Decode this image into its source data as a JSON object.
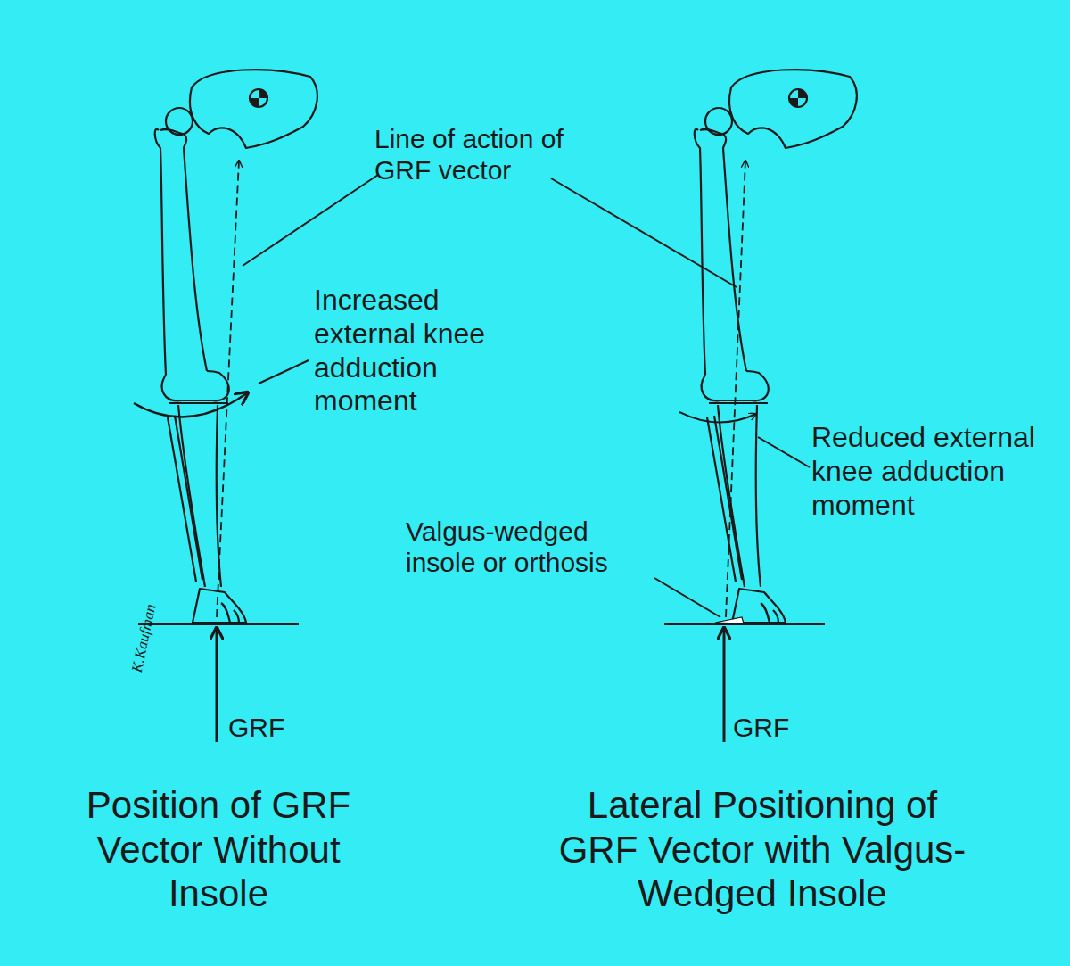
{
  "diagram": {
    "labels": [
      "Line of action of GRF vector",
      "Increased external knee adduction moment",
      "Reduced external knee adduction moment",
      "Valgus-wedged insole or orthosis",
      "GRF",
      "GRF",
      "Position of GRF Vector Without Insole",
      "Lateral Positioning of GRF Vector with Valgus-Wedged Insole",
      "K.Kaufman"
    ]
  }
}
